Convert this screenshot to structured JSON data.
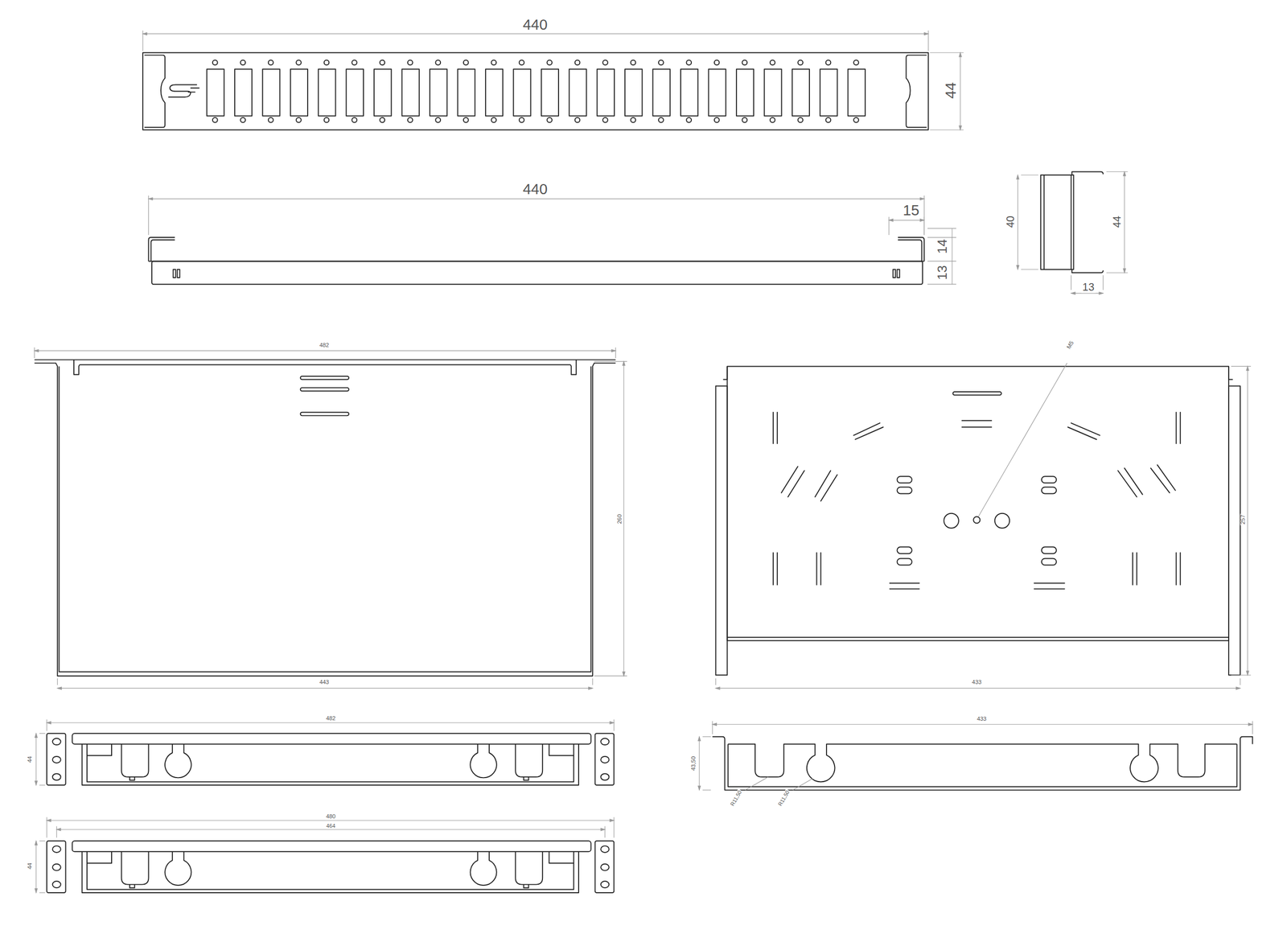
{
  "diagram": {
    "labels": [
      "440",
      "44",
      "440",
      "15",
      "14",
      "13",
      "40",
      "44",
      "13",
      "482",
      "260",
      "443",
      "M5",
      "257",
      "433",
      "482",
      "44",
      "433",
      "43,50",
      "R11,50",
      "R11,50",
      "480",
      "464",
      "44"
    ]
  }
}
